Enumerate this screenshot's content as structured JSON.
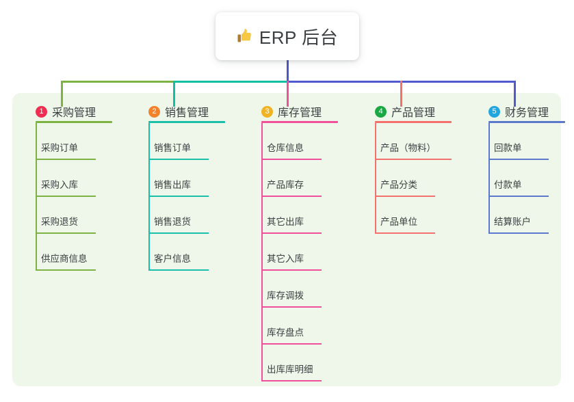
{
  "title": {
    "icon": "thumbs-up-icon",
    "text": "ERP 后台"
  },
  "colors": {
    "panel_bg": "#eef7e9",
    "stem_blue": "#4a58c8",
    "bus_green": "#7cb342",
    "bus_teal": "#0ebfa6",
    "bus_blue": "#5159cf",
    "text": "#3c4043"
  },
  "columns": [
    {
      "index": "1",
      "title": "采购管理",
      "badge_color": "#ef2e51",
      "line_color": "#7cb342",
      "items": [
        {
          "label": "采购订单"
        },
        {
          "label": "采购入库"
        },
        {
          "label": "采购退货"
        },
        {
          "label": "供应商信息"
        }
      ]
    },
    {
      "index": "2",
      "title": "销售管理",
      "badge_color": "#f4822c",
      "line_color": "#19bfa8",
      "items": [
        {
          "label": "销售订单"
        },
        {
          "label": "销售出库"
        },
        {
          "label": "销售退货"
        },
        {
          "label": "客户信息"
        }
      ]
    },
    {
      "index": "3",
      "title": "库存管理",
      "badge_color": "#f0b323",
      "line_color": "#ef4f9b",
      "items": [
        {
          "label": "仓库信息"
        },
        {
          "label": "产品库存"
        },
        {
          "label": "其它出库"
        },
        {
          "label": "其它入库"
        },
        {
          "label": "库存调拨"
        },
        {
          "label": "库存盘点"
        },
        {
          "label": "出库库明细"
        }
      ]
    },
    {
      "index": "4",
      "title": "产品管理",
      "badge_color": "#1aa845",
      "line_color": "#f4706c",
      "items": [
        {
          "label": "产品（物料）",
          "wide": true
        },
        {
          "label": "产品分类"
        },
        {
          "label": "产品单位"
        }
      ]
    },
    {
      "index": "5",
      "title": "财务管理",
      "badge_color": "#21a7e0",
      "line_color": "#5b78cc",
      "items": [
        {
          "label": "回款单"
        },
        {
          "label": "付款单"
        },
        {
          "label": "结算账户"
        }
      ]
    }
  ]
}
